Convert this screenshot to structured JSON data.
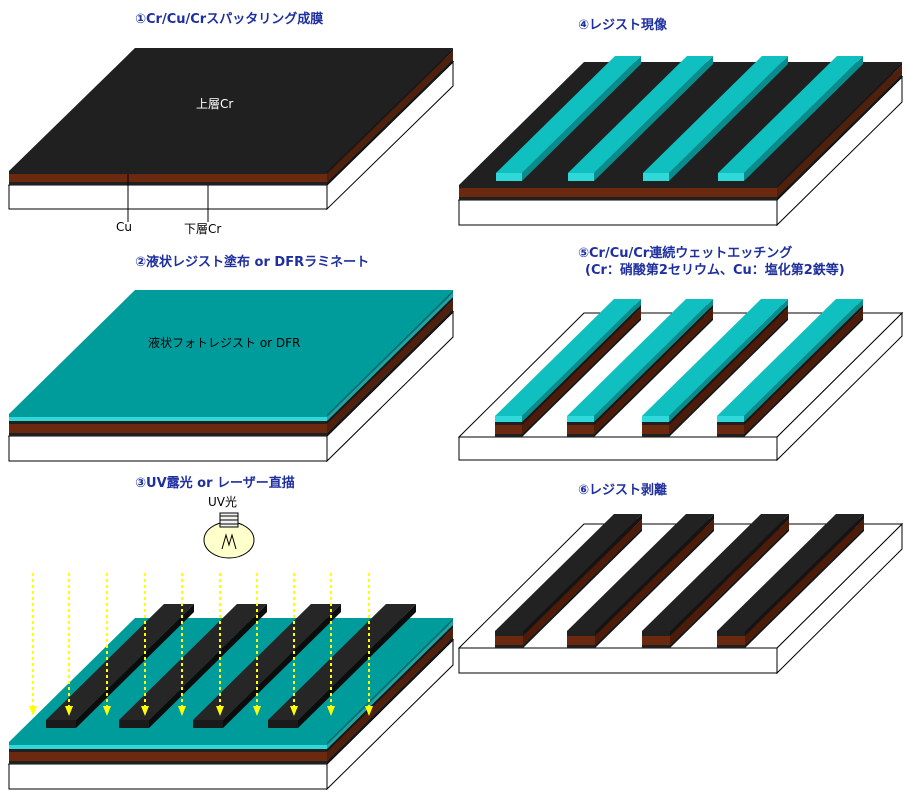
{
  "colors": {
    "chromium": "#202020",
    "copper": "#6b2a10",
    "resist_top": "#009c9c",
    "resist_edge": "#2fd9d9",
    "resist_strip_top": "#10c0c0",
    "title": "#1e2f9e",
    "uv_ray": "#ffff00",
    "bulb": "#ffffcc"
  },
  "steps": [
    {
      "id": 1,
      "title": "①Cr/Cu/Crスパッタリング成膜",
      "labels": {
        "top": "上層Cr",
        "cu": "Cu",
        "bottom": "下層Cr"
      }
    },
    {
      "id": 2,
      "title": "②液状レジスト塗布 or DFRラミネート",
      "labels": {
        "resist": "液状フォトレジスト or DFR"
      }
    },
    {
      "id": 3,
      "title": "③UV露光 or レーザー直描",
      "labels": {
        "uv": "UV光"
      },
      "bulb_icon": "light-bulb-icon"
    },
    {
      "id": 4,
      "title": "④レジスト現像"
    },
    {
      "id": 5,
      "title": "⑤Cr/Cu/Cr連続ウェットエッチング",
      "subtitle": "(Cr：硝酸第2セリウム、Cu：塩化第2鉄等)"
    },
    {
      "id": 6,
      "title": "⑥レジスト剥離"
    }
  ]
}
